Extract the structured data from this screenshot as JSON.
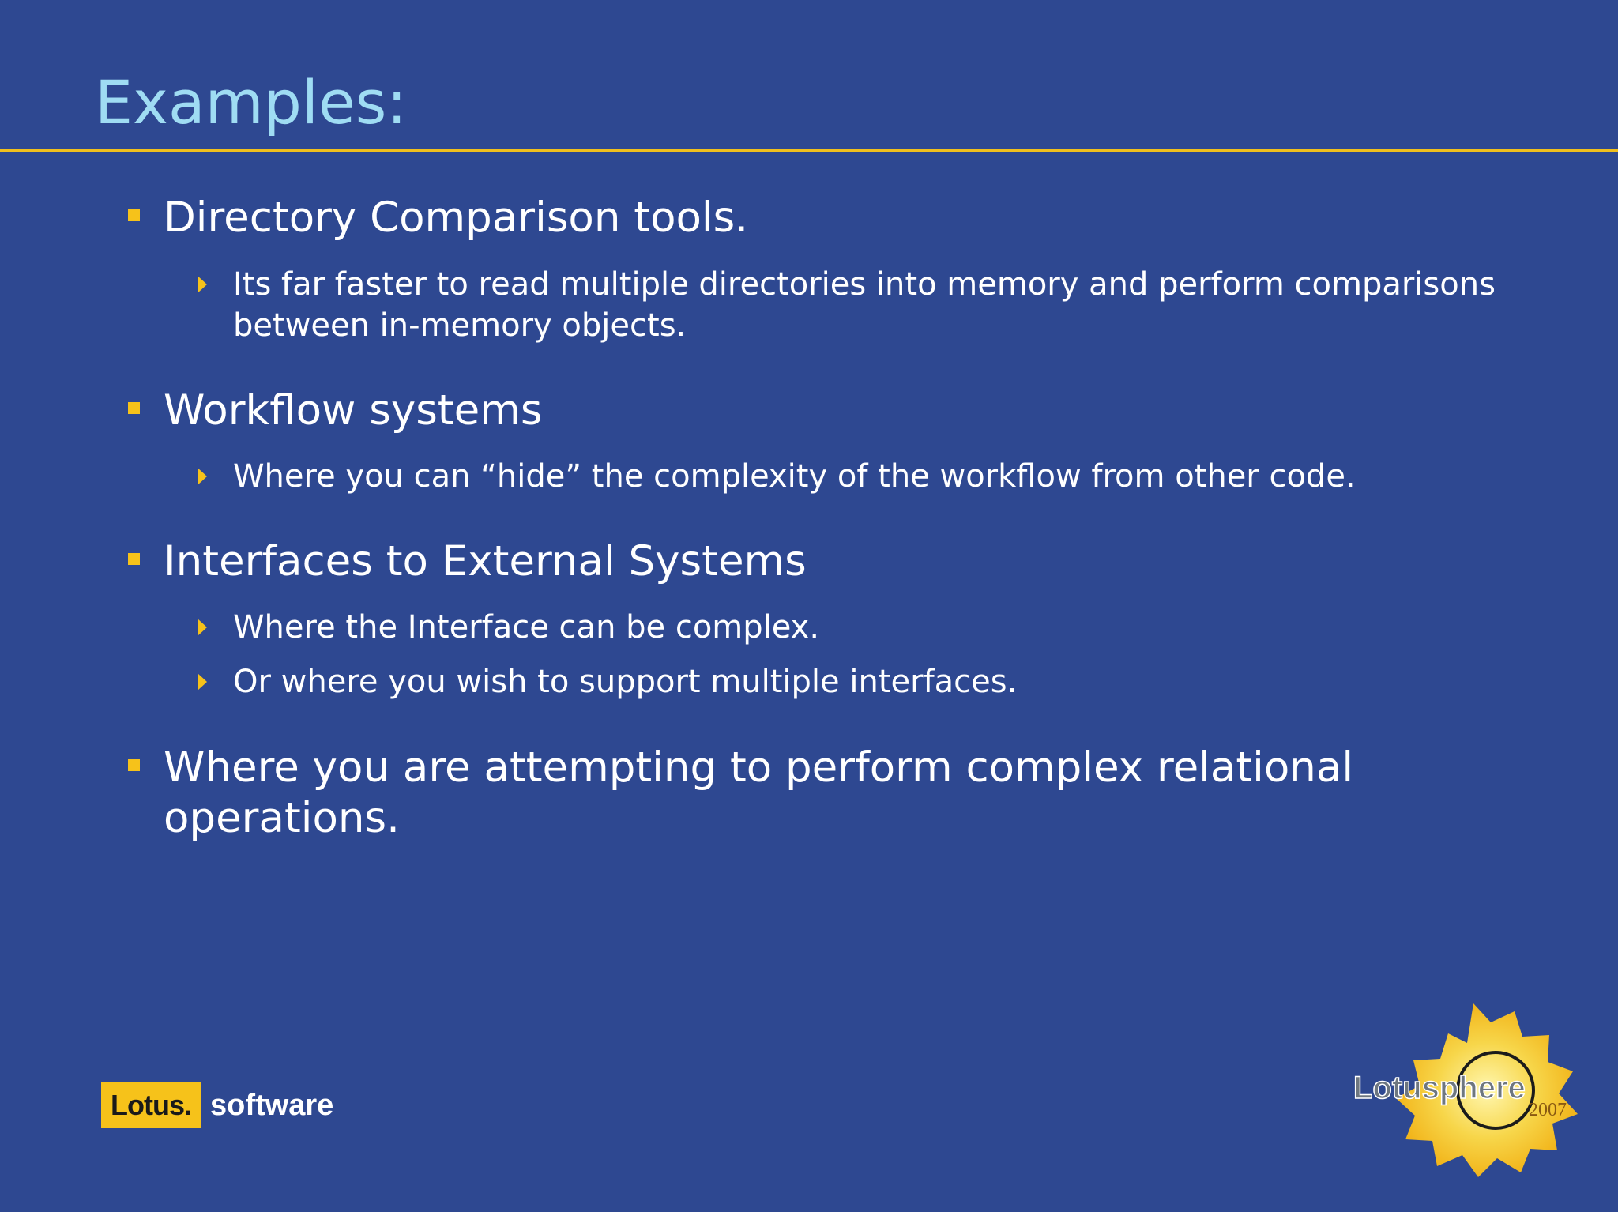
{
  "slide": {
    "title": "Examples:",
    "bullets": [
      {
        "text": "Directory Comparison tools.",
        "sub": [
          {
            "lines": [
              "Its far faster to read multiple directories into memory and perform comparisons",
              "between in-memory objects."
            ]
          }
        ]
      },
      {
        "text": "Workflow systems",
        "sub": [
          {
            "lines": [
              "Where you can “hide” the complexity of the workflow from other code."
            ]
          }
        ]
      },
      {
        "text": "Interfaces to External Systems",
        "sub": [
          {
            "lines": [
              "Where the Interface can be complex."
            ]
          },
          {
            "lines": [
              "Or where you wish to support multiple interfaces."
            ]
          }
        ]
      },
      {
        "lines": [
          "Where you are attempting to perform complex relational",
          "operations."
        ],
        "sub": []
      }
    ]
  },
  "footer": {
    "lotus_text": "Lotus.",
    "software_text": "software",
    "lotusphere_text": "Lotusphere",
    "lotusphere_year": "2007"
  },
  "colors": {
    "background": "#2e4891",
    "title": "#9fdcf3",
    "accent": "#f6c21a",
    "text": "#ffffff"
  },
  "icons": {
    "level1_bullet": "square-bullet-icon",
    "level2_bullet": "triangle-arrow-icon"
  }
}
